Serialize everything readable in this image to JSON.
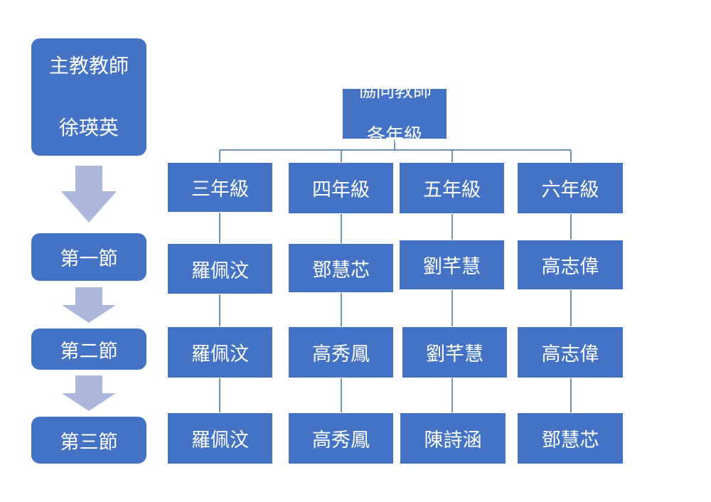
{
  "main_teacher": {
    "role": "主教教師",
    "name": "徐瑛英"
  },
  "periods": [
    "第一節",
    "第二節",
    "第三節"
  ],
  "co_teachers_header": {
    "line1": "協同教師",
    "line2": "各年級"
  },
  "grades": [
    {
      "label": "三年級",
      "teachers": [
        "羅佩汶",
        "羅佩汶",
        "羅佩汶"
      ]
    },
    {
      "label": "四年級",
      "teachers": [
        "鄧慧芯",
        "高秀鳳",
        "高秀鳳"
      ]
    },
    {
      "label": "五年級",
      "teachers": [
        "劉芊慧",
        "劉芊慧",
        "陳詩涵"
      ]
    },
    {
      "label": "六年級",
      "teachers": [
        "高志偉",
        "高志偉",
        "鄧慧芯"
      ]
    }
  ],
  "colors": {
    "box_fill": "#4472c4",
    "arrow_fill": "#abb8dc",
    "connector": "#41719c",
    "text": "#ffffff"
  }
}
